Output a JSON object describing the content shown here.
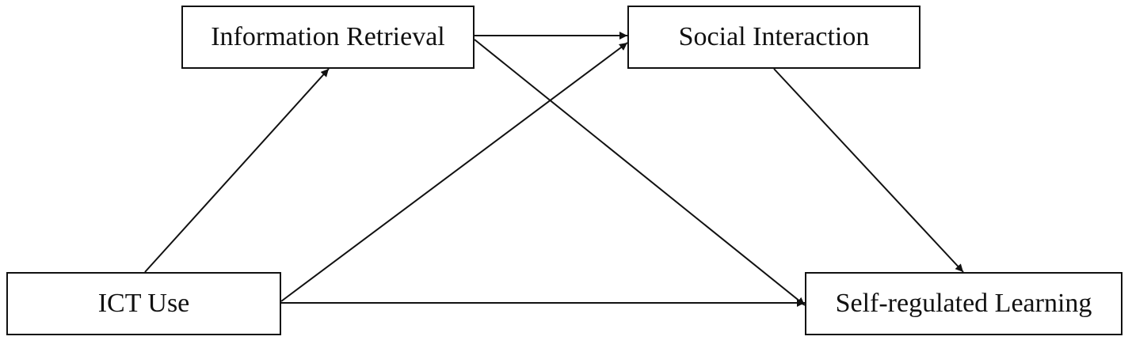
{
  "nodes": {
    "information_retrieval": "Information Retrieval",
    "social_interaction": "Social Interaction",
    "ict_use": "ICT Use",
    "self_regulated_learning": "Self-regulated Learning"
  },
  "edges": [
    {
      "from": "ict_use",
      "to": "information_retrieval"
    },
    {
      "from": "ict_use",
      "to": "social_interaction"
    },
    {
      "from": "ict_use",
      "to": "self_regulated_learning"
    },
    {
      "from": "information_retrieval",
      "to": "social_interaction"
    },
    {
      "from": "information_retrieval",
      "to": "self_regulated_learning"
    },
    {
      "from": "social_interaction",
      "to": "self_regulated_learning"
    }
  ],
  "colors": {
    "line": "#111111",
    "border": "#111111",
    "background": "#ffffff"
  }
}
